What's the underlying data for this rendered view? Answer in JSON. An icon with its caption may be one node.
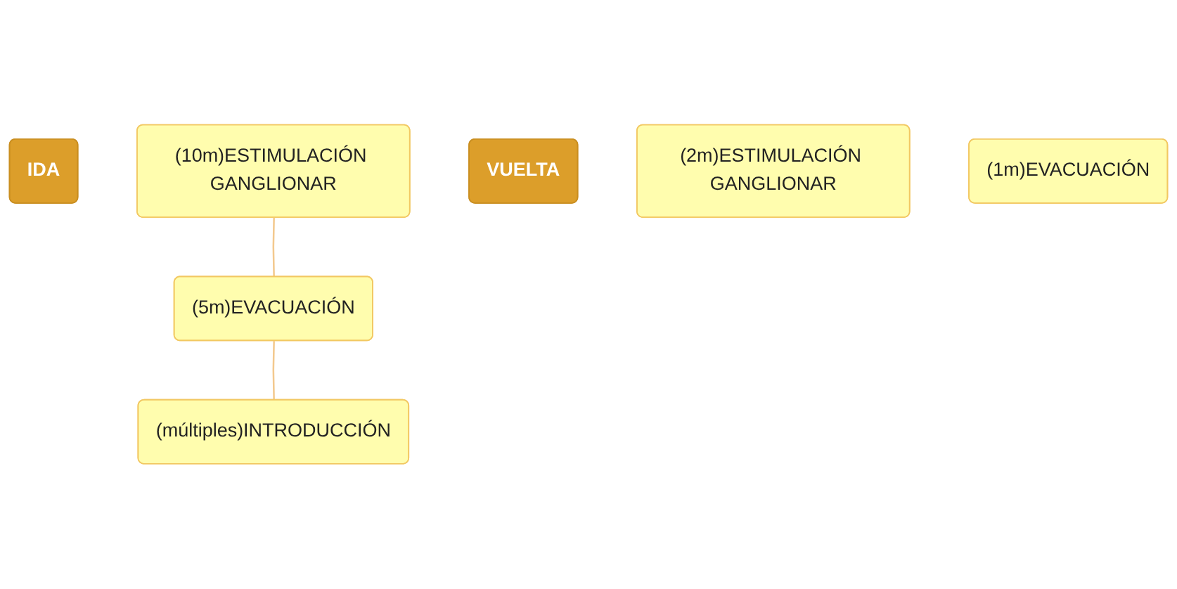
{
  "diagram": {
    "nodes": [
      {
        "text": [
          "IDA"
        ]
      },
      {
        "text": [
          "(10m)ESTIMULACIÓN GANGLIONAR"
        ]
      },
      {
        "text": [
          "(5m)EVACUACIÓN"
        ]
      },
      {
        "text": [
          "(múltiples)INTRODUCCIÓN"
        ]
      },
      {
        "text": [
          "VUELTA"
        ]
      },
      {
        "text": [
          "(2m)ESTIMULACIÓN GANGLIONAR"
        ]
      },
      {
        "text": [
          "(1m)EVACUACIÓN"
        ]
      }
    ],
    "edges": [
      {
        "from": 1,
        "to": 2,
        "arrow": "none"
      },
      {
        "from": 2,
        "to": 3,
        "arrow": "none"
      }
    ]
  }
}
